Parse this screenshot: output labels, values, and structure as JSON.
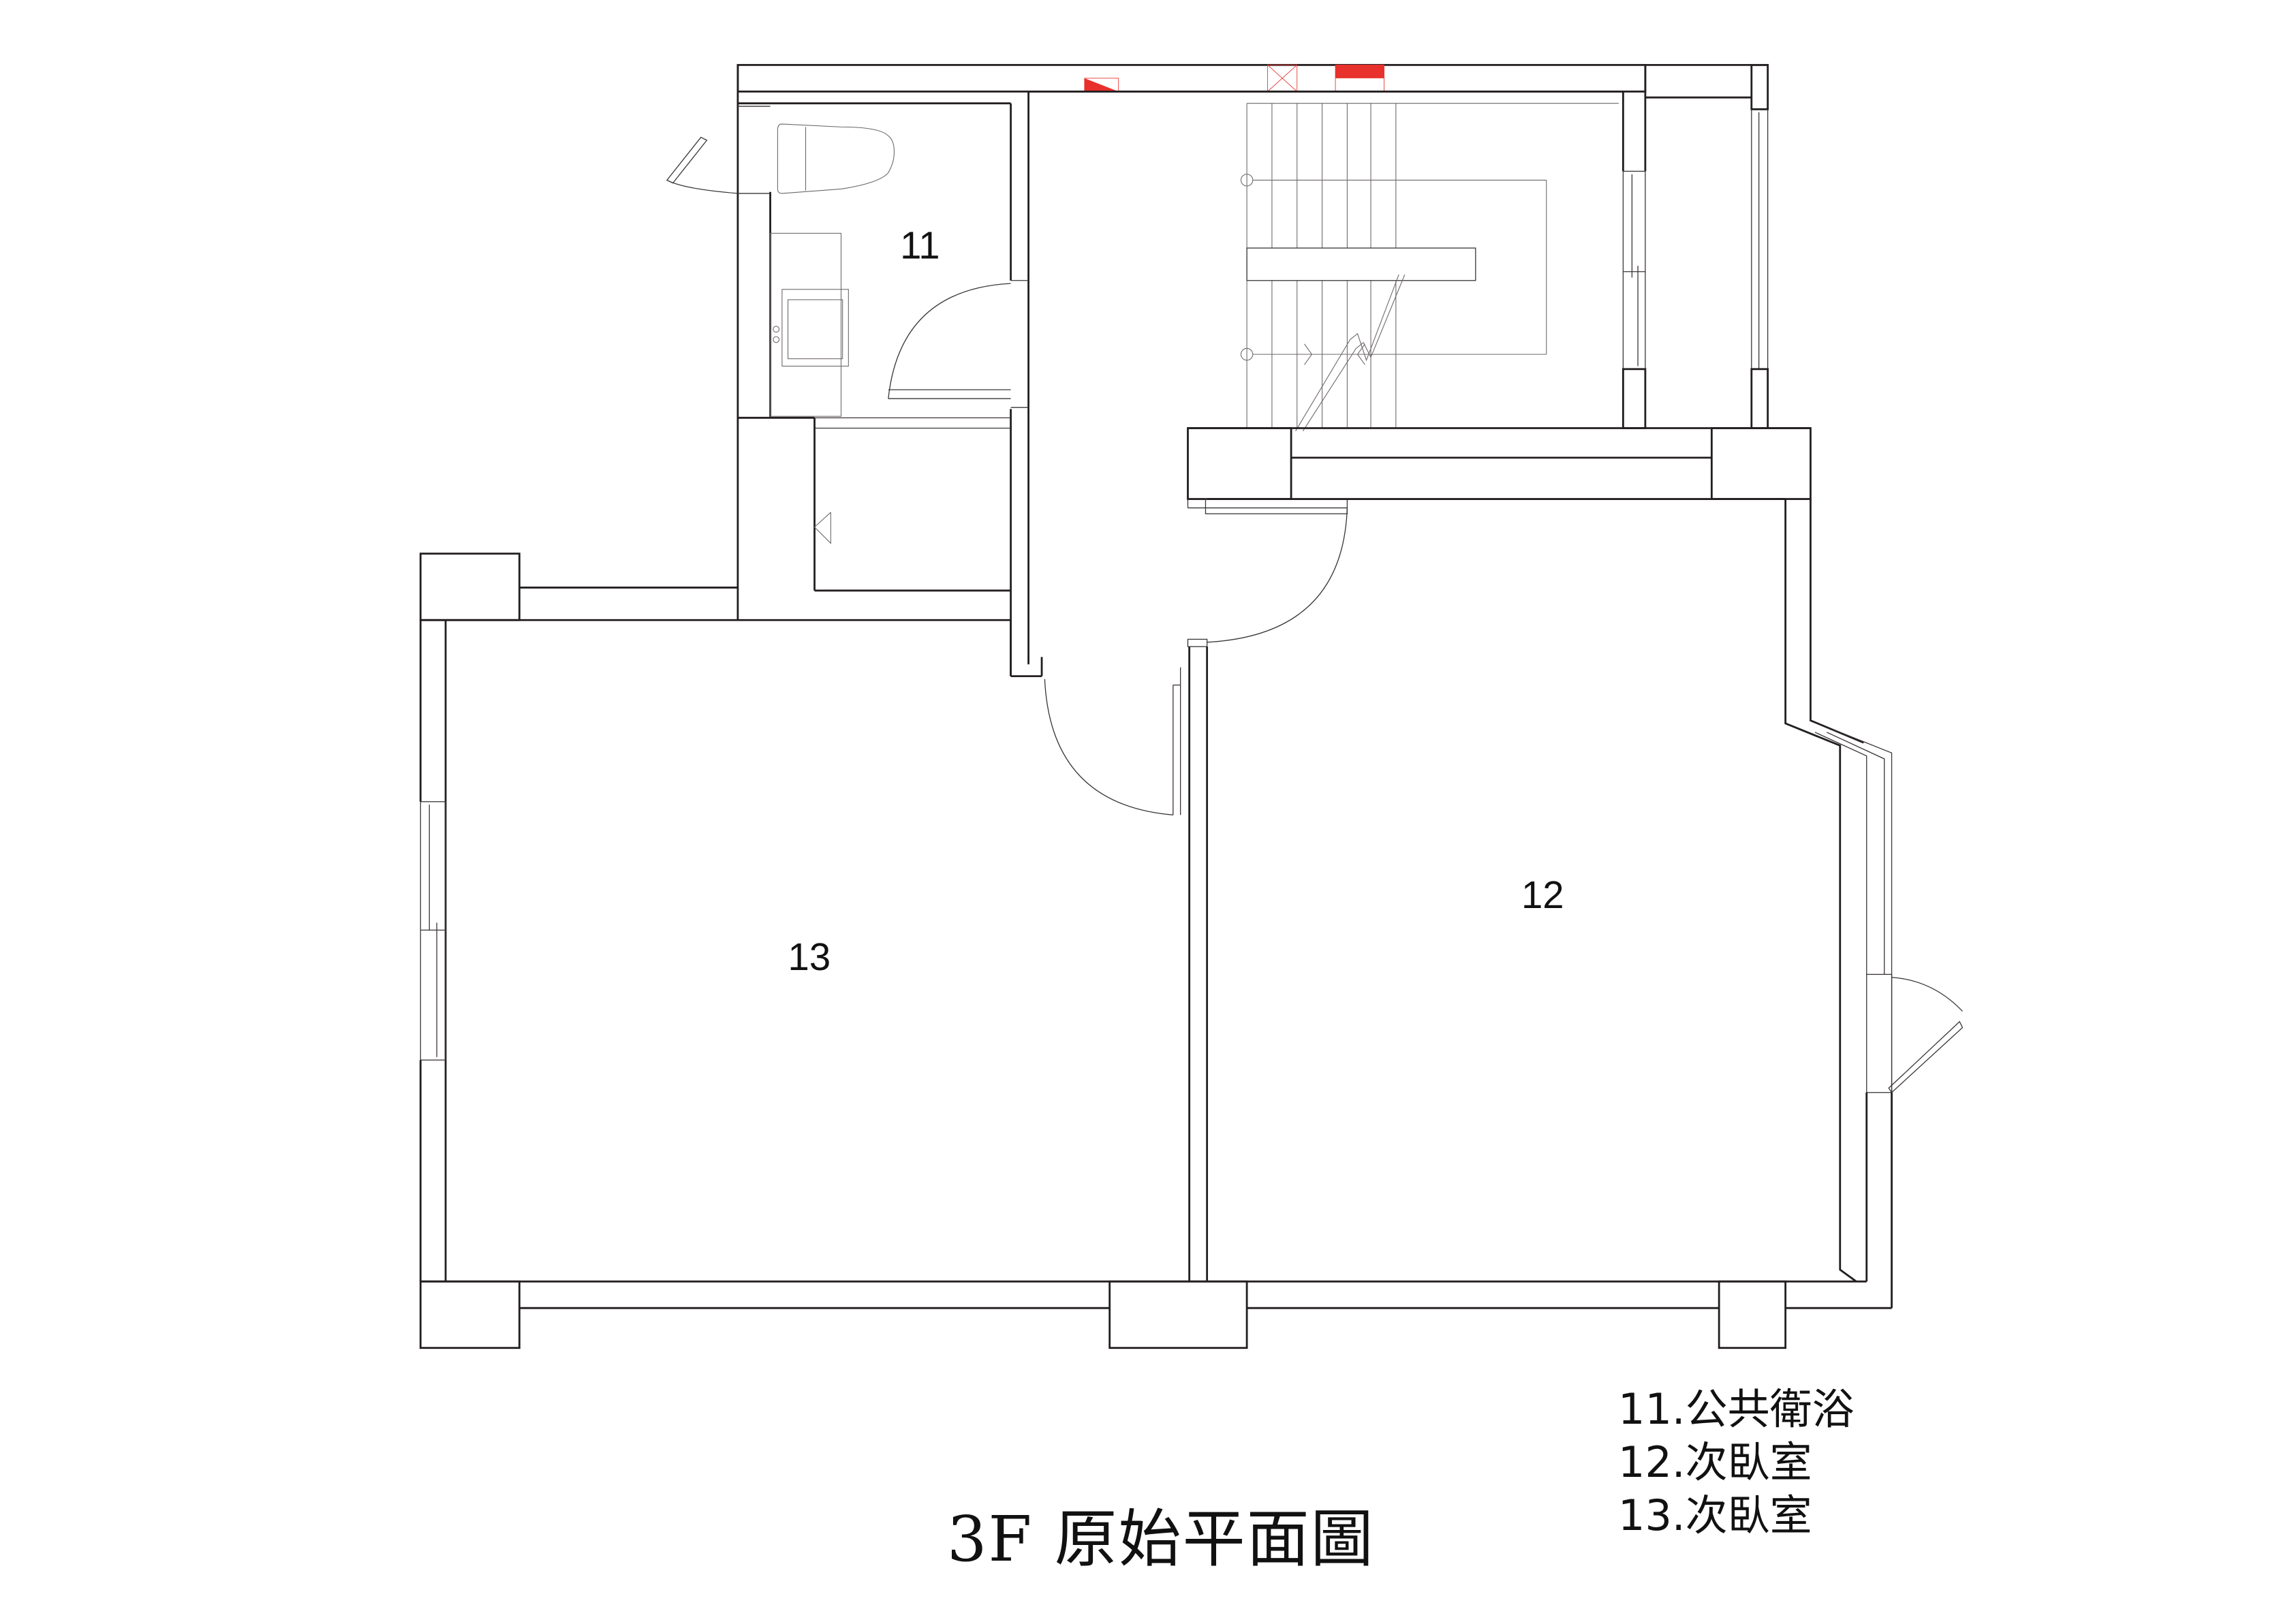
{
  "drawing": {
    "title": "3F 原始平面圖",
    "floor": "3F",
    "rooms": [
      {
        "id": "11",
        "label": "11",
        "name": "公共衛浴"
      },
      {
        "id": "12",
        "label": "12",
        "name": "次臥室"
      },
      {
        "id": "13",
        "label": "13",
        "name": "次臥室"
      }
    ],
    "legend": [
      "11.公共衛浴",
      "12.次臥室",
      "13.次臥室"
    ],
    "colors": {
      "line": "#231f20",
      "accent_red": "#e8302c",
      "background": "#ffffff"
    }
  }
}
